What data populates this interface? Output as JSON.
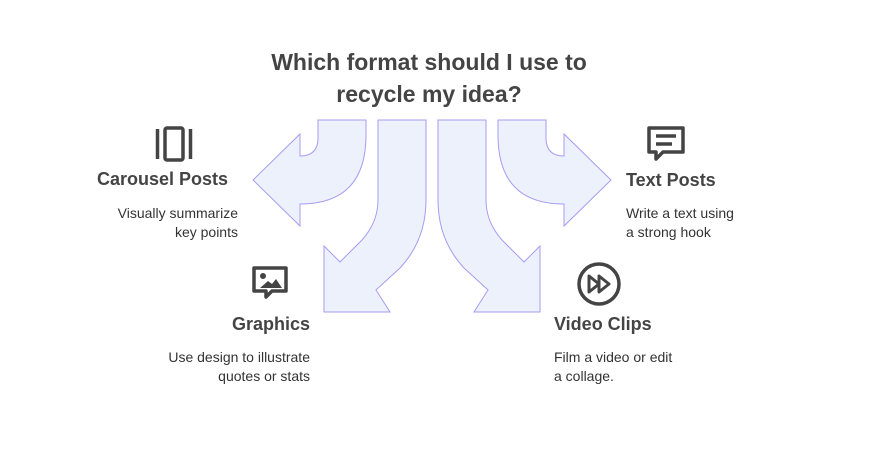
{
  "title": {
    "line1": "Which format should I use to",
    "line2": "recycle my idea?"
  },
  "options": {
    "carousel": {
      "label": "Carousel Posts",
      "desc_line1": "Visually summarize",
      "desc_line2": "key points",
      "icon": "carousel-icon"
    },
    "graphics": {
      "label": "Graphics",
      "desc_line1": "Use design to illustrate",
      "desc_line2": "quotes or stats",
      "icon": "image-icon"
    },
    "text_posts": {
      "label": "Text Posts",
      "desc_line1": "Write a text using",
      "desc_line2": "a strong hook",
      "icon": "message-icon"
    },
    "video_clips": {
      "label": "Video Clips",
      "desc_line1": "Film a video or edit",
      "desc_line2": "a collage.",
      "icon": "fast-forward-icon"
    }
  },
  "colors": {
    "arrow_fill": "#edf1fc",
    "arrow_stroke": "#a79cf0",
    "icon": "#444444",
    "text": "#444444"
  }
}
